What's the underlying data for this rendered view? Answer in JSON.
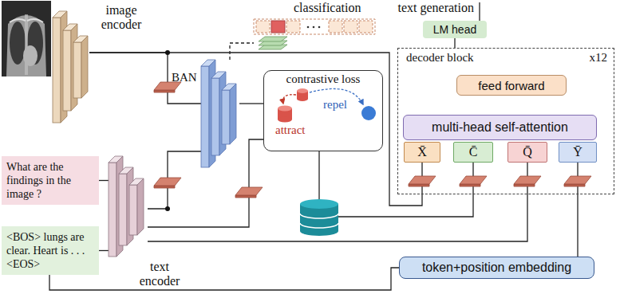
{
  "diagram": {
    "nodes": [
      {
        "text": [
          "image encoder"
        ]
      },
      {
        "text": [
          "classification"
        ]
      },
      {
        "text": [
          "LM head"
        ]
      },
      {
        "text": [
          "decoder block",
          "x12"
        ]
      },
      {
        "text": [
          "feed forward"
        ],
        "in": 3
      },
      {
        "text": [
          "multi-head self-attention"
        ],
        "in": 3
      },
      {
        "text": [
          "X̄"
        ],
        "in": 3
      },
      {
        "text": [
          "C̄"
        ],
        "in": 3
      },
      {
        "text": [
          "Q̄"
        ],
        "in": 3
      },
      {
        "text": [
          "Ȳ"
        ],
        "in": 3
      },
      {
        "text": [
          "BAN"
        ]
      },
      {
        "text": [
          "contrastive loss",
          "attract",
          "repel"
        ]
      },
      {
        "text": [
          "What are the findings in the image ?"
        ]
      },
      {
        "text": [
          "<BOS> lungs are clear. Heart is . . . <EOS>"
        ]
      },
      {
        "text": [
          "text encoder"
        ]
      },
      {
        "text": [
          "token+position embedding"
        ]
      }
    ],
    "edges": [
      {
        "from": 0,
        "to": 10,
        "arrow": "none"
      },
      {
        "from": 0,
        "to": 6,
        "arrow": "none"
      },
      {
        "from": 10,
        "to": 1,
        "arrow": "none"
      },
      {
        "from": 10,
        "to": 11,
        "arrow": "none"
      },
      {
        "from": 14,
        "to": 10,
        "arrow": "none"
      },
      {
        "from": 14,
        "to": 11,
        "arrow": "none"
      },
      {
        "from": 14,
        "to": 8,
        "arrow": "none"
      },
      {
        "from": 12,
        "to": 14,
        "arrow": "none"
      },
      {
        "from": 13,
        "to": 14,
        "arrow": "none"
      },
      {
        "from": 13,
        "to": 15,
        "arrow": "none"
      },
      {
        "from": 15,
        "to": 9,
        "arrow": "none"
      },
      {
        "from": 3,
        "to": 2,
        "arrow": "none"
      }
    ],
    "labels": [
      "text generation"
    ]
  }
}
